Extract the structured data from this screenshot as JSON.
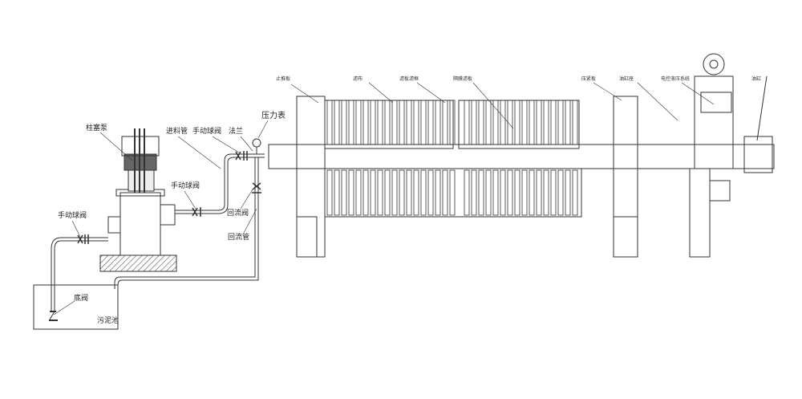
{
  "labels": {
    "plunger_pump": "柱塞泵",
    "feed_pipe": "进料管",
    "ball_valve_top": "手动球阀",
    "flange": "法兰",
    "pressure_gauge": "压力表",
    "ball_valve_mid": "手动球阀",
    "return_valve": "回流阀",
    "return_pipe": "回流管",
    "ball_valve_left": "手动球阀",
    "foot_valve": "底阀",
    "sludge_tank": "污泥池",
    "thrust_plate": "止推板",
    "filter_cloth": "滤布",
    "filter_plate": "滤板滤框",
    "diaphragm_plate": "隔膜滤板",
    "press_plate": "压紧板",
    "cylinder_seat": "油缸座",
    "hydraulic_system": "电控液压系统",
    "cylinder": "油缸"
  },
  "colors": {
    "line": "#333333",
    "base_hatch": "#555555"
  }
}
